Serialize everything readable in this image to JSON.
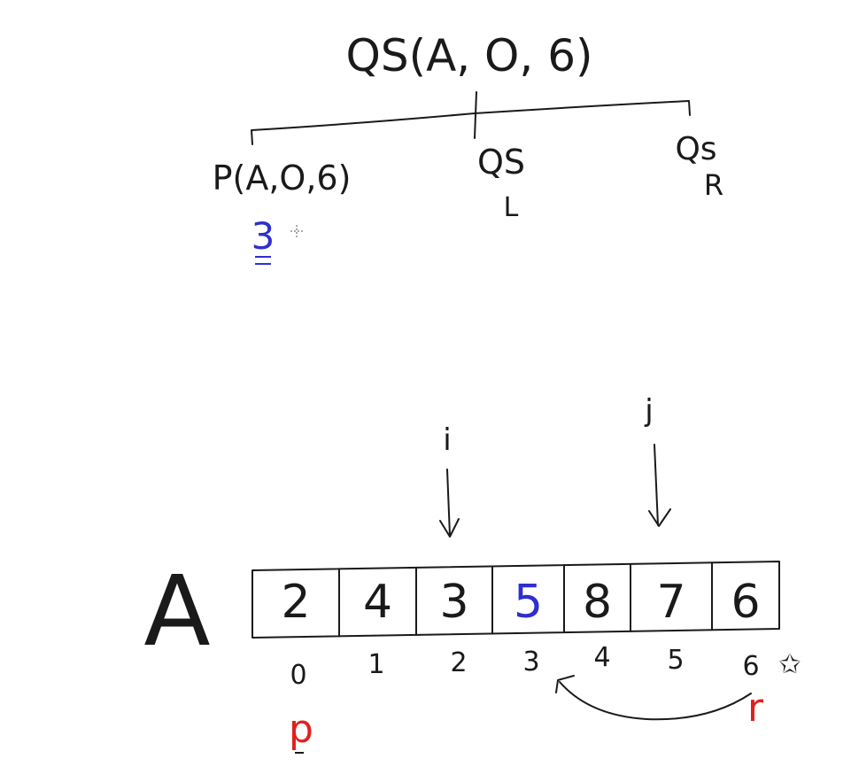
{
  "root_call": "QS(A, O, 6)",
  "children": {
    "partition_call": "P(A,O,6)",
    "partition_result": "3",
    "left_label": "QS",
    "left_sub": "L",
    "right_label": "Qs",
    "right_sub": "R"
  },
  "pointers": {
    "i_label": "i",
    "j_label": "j"
  },
  "array": {
    "name": "A",
    "cells": [
      "2",
      "4",
      "3",
      "5",
      "8",
      "7",
      "6"
    ],
    "highlight_index": 3,
    "indices": [
      "0",
      "1",
      "2",
      "3",
      "4",
      "5",
      "6"
    ],
    "pivot_mark": "✩",
    "p_label": "p",
    "r_label": "r"
  },
  "colors": {
    "ink": "#1a1a1a",
    "blue": "#2f2fd0",
    "red": "#e0201c"
  }
}
